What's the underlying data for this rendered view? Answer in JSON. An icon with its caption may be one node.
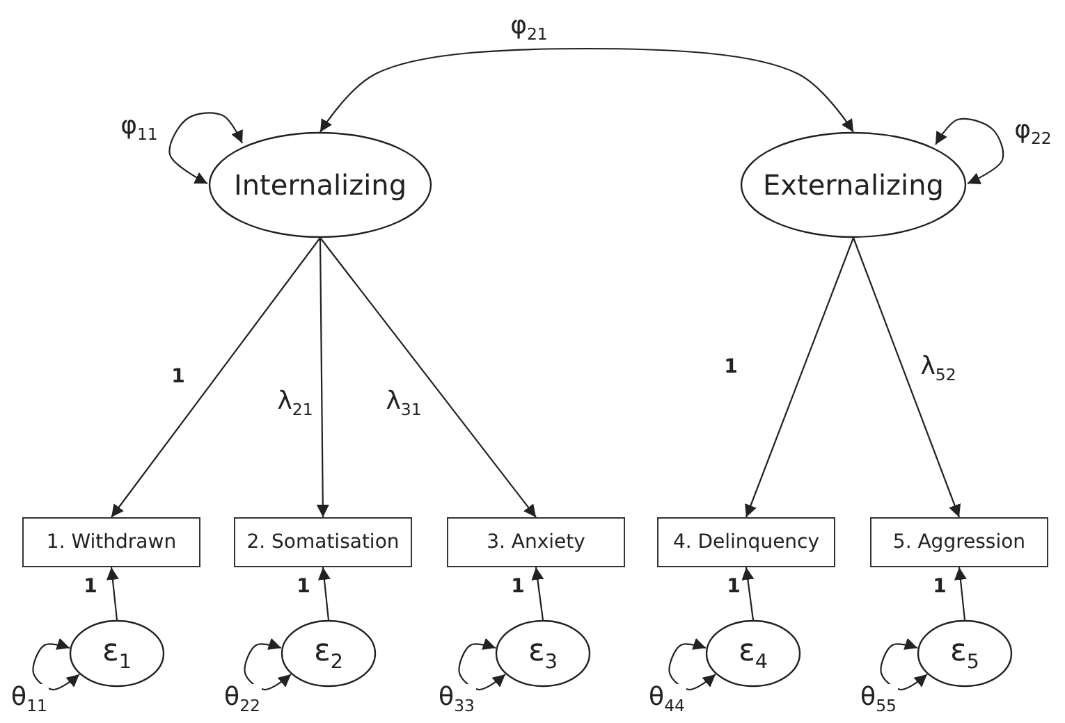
{
  "diagram": {
    "nodes": [
      {
        "text": [
          "Internalizing"
        ]
      },
      {
        "text": [
          "Externalizing"
        ]
      },
      {
        "text": [
          "1. Withdrawn"
        ]
      },
      {
        "text": [
          "2. Somatisation"
        ]
      },
      {
        "text": [
          "3. Anxiety"
        ]
      },
      {
        "text": [
          "4. Delinquency"
        ]
      },
      {
        "text": [
          "5. Aggression"
        ]
      },
      {
        "text": [
          "ε$_{1}$"
        ]
      },
      {
        "text": [
          "ε$_{2}$"
        ]
      },
      {
        "text": [
          "ε$_{3}$"
        ]
      },
      {
        "text": [
          "ε$_{4}$"
        ]
      },
      {
        "text": [
          "ε$_{5}$"
        ]
      }
    ],
    "edges": [
      {
        "from": 0,
        "to": 1,
        "arrow": "both",
        "label": "φ$_{21}$"
      },
      {
        "from": 0,
        "to": 0,
        "arrow": "both",
        "label": "φ$_{11}$"
      },
      {
        "from": 1,
        "to": 1,
        "arrow": "both",
        "label": "φ$_{22}$"
      },
      {
        "from": 0,
        "to": 2,
        "arrow": "to",
        "label": "1"
      },
      {
        "from": 0,
        "to": 3,
        "arrow": "to",
        "label": "λ$_{21}$"
      },
      {
        "from": 0,
        "to": 4,
        "arrow": "to",
        "label": "λ$_{31}$"
      },
      {
        "from": 1,
        "to": 5,
        "arrow": "to",
        "label": "1"
      },
      {
        "from": 1,
        "to": 6,
        "arrow": "to",
        "label": "λ$_{52}$"
      },
      {
        "from": 7,
        "to": 2,
        "arrow": "to",
        "label": "1"
      },
      {
        "from": 8,
        "to": 3,
        "arrow": "to",
        "label": "1"
      },
      {
        "from": 9,
        "to": 4,
        "arrow": "to",
        "label": "1"
      },
      {
        "from": 10,
        "to": 5,
        "arrow": "to",
        "label": "1"
      },
      {
        "from": 11,
        "to": 6,
        "arrow": "to",
        "label": "1"
      },
      {
        "from": 7,
        "to": 7,
        "arrow": "both",
        "label": "θ$_{11}$"
      },
      {
        "from": 8,
        "to": 8,
        "arrow": "both",
        "label": "θ$_{22}$"
      },
      {
        "from": 9,
        "to": 9,
        "arrow": "both",
        "label": "θ$_{33}$"
      },
      {
        "from": 10,
        "to": 10,
        "arrow": "both",
        "label": "θ$_{44}$"
      },
      {
        "from": 11,
        "to": 11,
        "arrow": "both",
        "label": "θ$_{55}$"
      }
    ]
  }
}
